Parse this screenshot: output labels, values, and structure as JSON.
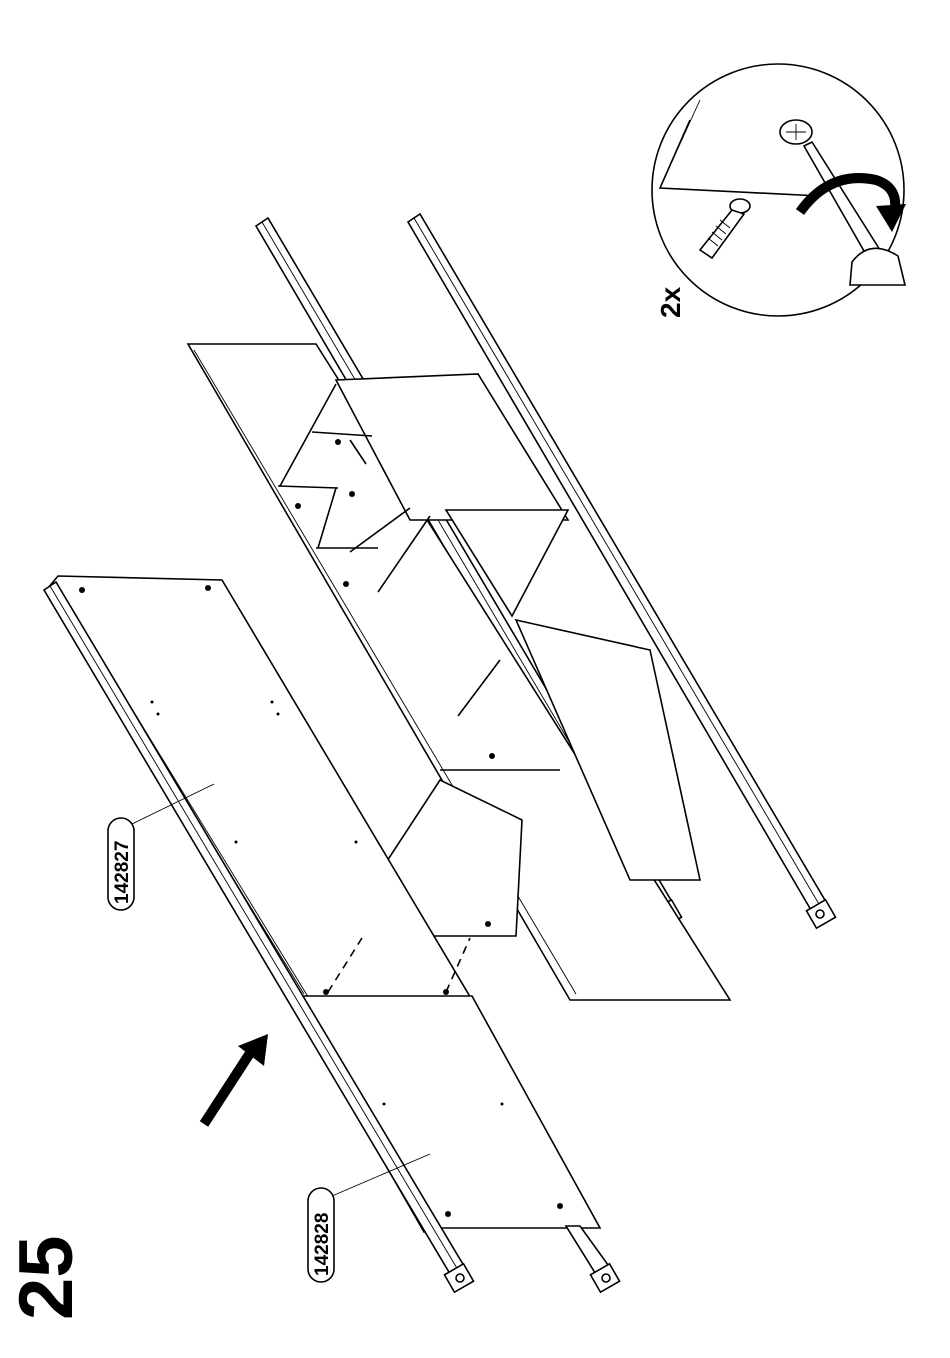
{
  "step_number": "25",
  "detail": {
    "quantity": "2x",
    "icons": [
      "screw-icon",
      "screwdriver-icon",
      "rotate-clockwise-icon"
    ]
  },
  "parts": [
    {
      "id": "part-label-142827",
      "number": "142827"
    },
    {
      "id": "part-label-142828",
      "number": "142828"
    }
  ],
  "icons": [
    "insert-direction-arrow-icon"
  ],
  "colors": {
    "line": "#000000",
    "background": "#ffffff"
  }
}
